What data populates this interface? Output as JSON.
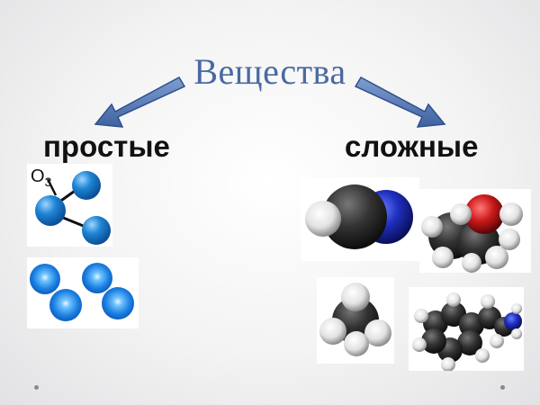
{
  "title": "Вещества",
  "branches": {
    "simple": {
      "label": "простые",
      "formula_main": "O",
      "formula_sub": "3"
    },
    "complex": {
      "label": "сложные"
    }
  },
  "icons": [
    "arrow-left-icon",
    "arrow-right-icon",
    "ozone-molecule-icon",
    "diatomic-molecules-icon",
    "hcn-molecule-icon",
    "ethanol-molecule-icon",
    "methane-molecule-icon",
    "amine-molecule-icon"
  ],
  "colors": {
    "title": "#4a6aa0",
    "arrow": "#4a6aa0",
    "atom_blue": "#1a7fd4",
    "carbon": "#2f2f2f",
    "nitrogen": "#1f2fbf",
    "oxygen": "#cc1a1a",
    "hydrogen": "#f2f2f2"
  }
}
